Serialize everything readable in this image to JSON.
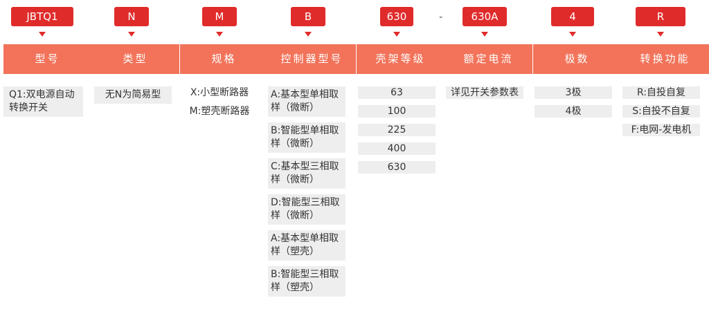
{
  "columns": [
    {
      "code": "JBTQ1",
      "header": "型号",
      "items": [
        "Q1:双电源自动转换开关"
      ]
    },
    {
      "code": "N",
      "header": "类型",
      "items": [
        "无N为简易型"
      ]
    },
    {
      "code": "M",
      "header": "规格",
      "items": [
        "X:小型断路器",
        "M:塑壳断路器"
      ]
    },
    {
      "code": "B",
      "header": "控制器型号",
      "items": [
        "A:基本型单相取样（微断）",
        "B:智能型单相取样（微断）",
        "C:基本型三相取样（微断）",
        "D:智能型三相取样（微断）",
        "A:基本型单相取样（塑壳）",
        "B:智能型三相取样（塑壳）"
      ]
    },
    {
      "code": "630",
      "header": "壳架等级",
      "items": [
        "63",
        "100",
        "225",
        "400",
        "630"
      ]
    },
    {
      "code": "630A",
      "header": "额定电流",
      "items": [
        "详见开关参数表"
      ]
    },
    {
      "code": "4",
      "header": "极数",
      "items": [
        "3极",
        "4极"
      ]
    },
    {
      "code": "R",
      "header": "转换功能",
      "items": [
        "R:自投自复",
        "S:自投不自复",
        "F:电网-发电机"
      ]
    }
  ],
  "separator": "-",
  "colors": {
    "code_bg": "#e02b2b",
    "header_bg": "#f2735a",
    "item_bg": "#eeeeee",
    "text": "#333333"
  }
}
